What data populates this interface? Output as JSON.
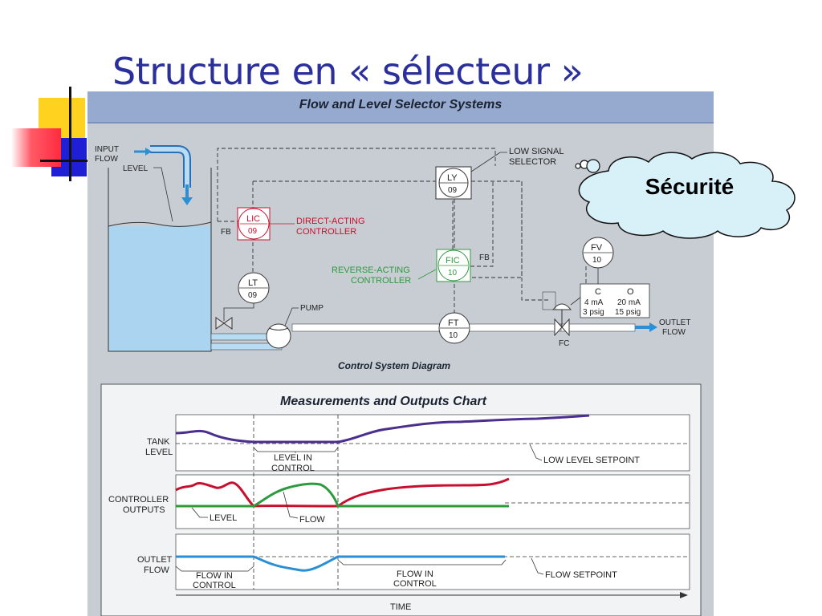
{
  "slide": {
    "title": "Structure en « sélecteur »"
  },
  "callout": {
    "text": "Sécurité"
  },
  "figure": {
    "header": "Flow and Level Selector Systems",
    "diagram": {
      "caption": "Control System Diagram",
      "input_flow": [
        "INPUT",
        "FLOW"
      ],
      "level_label": "LEVEL",
      "fb_left": "FB",
      "fb_right": "FB",
      "lic": {
        "tag": "LIC",
        "num": "09",
        "desc": [
          "DIRECT-ACTING",
          "CONTROLLER"
        ]
      },
      "ly": {
        "tag": "LY",
        "num": "09",
        "desc": [
          "LOW SIGNAL",
          "SELECTOR"
        ]
      },
      "fic": {
        "tag": "FIC",
        "num": "10",
        "desc": [
          "REVERSE-ACTING",
          "CONTROLLER"
        ]
      },
      "lt": {
        "tag": "LT",
        "num": "09"
      },
      "ft": {
        "tag": "FT",
        "num": "10"
      },
      "fv": {
        "tag": "FV",
        "num": "10"
      },
      "pump_label": "PUMP",
      "fc_label": "FC",
      "outlet_flow": [
        "OUTLET",
        "FLOW"
      ],
      "valve_table": {
        "c": "C",
        "o": "O",
        "c_ma": "4 mA",
        "o_ma": "20 mA",
        "c_psig": "3 psig",
        "o_psig": "15 psig"
      }
    },
    "chart": {
      "title": "Measurements and Outputs Chart",
      "row_labels": {
        "tank_level": [
          "TANK",
          "LEVEL"
        ],
        "controller_outputs": [
          "CONTROLLER",
          "OUTPUTS"
        ],
        "outlet_flow": [
          "OUTLET",
          "FLOW"
        ]
      },
      "annotations": {
        "level_in_control": [
          "LEVEL IN",
          "CONTROL"
        ],
        "low_level_setpoint": "LOW LEVEL SETPOINT",
        "level": "LEVEL",
        "flow": "FLOW",
        "flow_in_control_1": [
          "FLOW IN",
          "CONTROL"
        ],
        "flow_in_control_2": [
          "FLOW IN",
          "CONTROL"
        ],
        "flow_setpoint": "FLOW SETPOINT"
      },
      "time_label": "TIME",
      "colors": {
        "tank": "#4a2f8f",
        "level_output": "#c8102e",
        "flow_output": "#2e9a3e",
        "outlet": "#2a8fd6"
      }
    }
  }
}
